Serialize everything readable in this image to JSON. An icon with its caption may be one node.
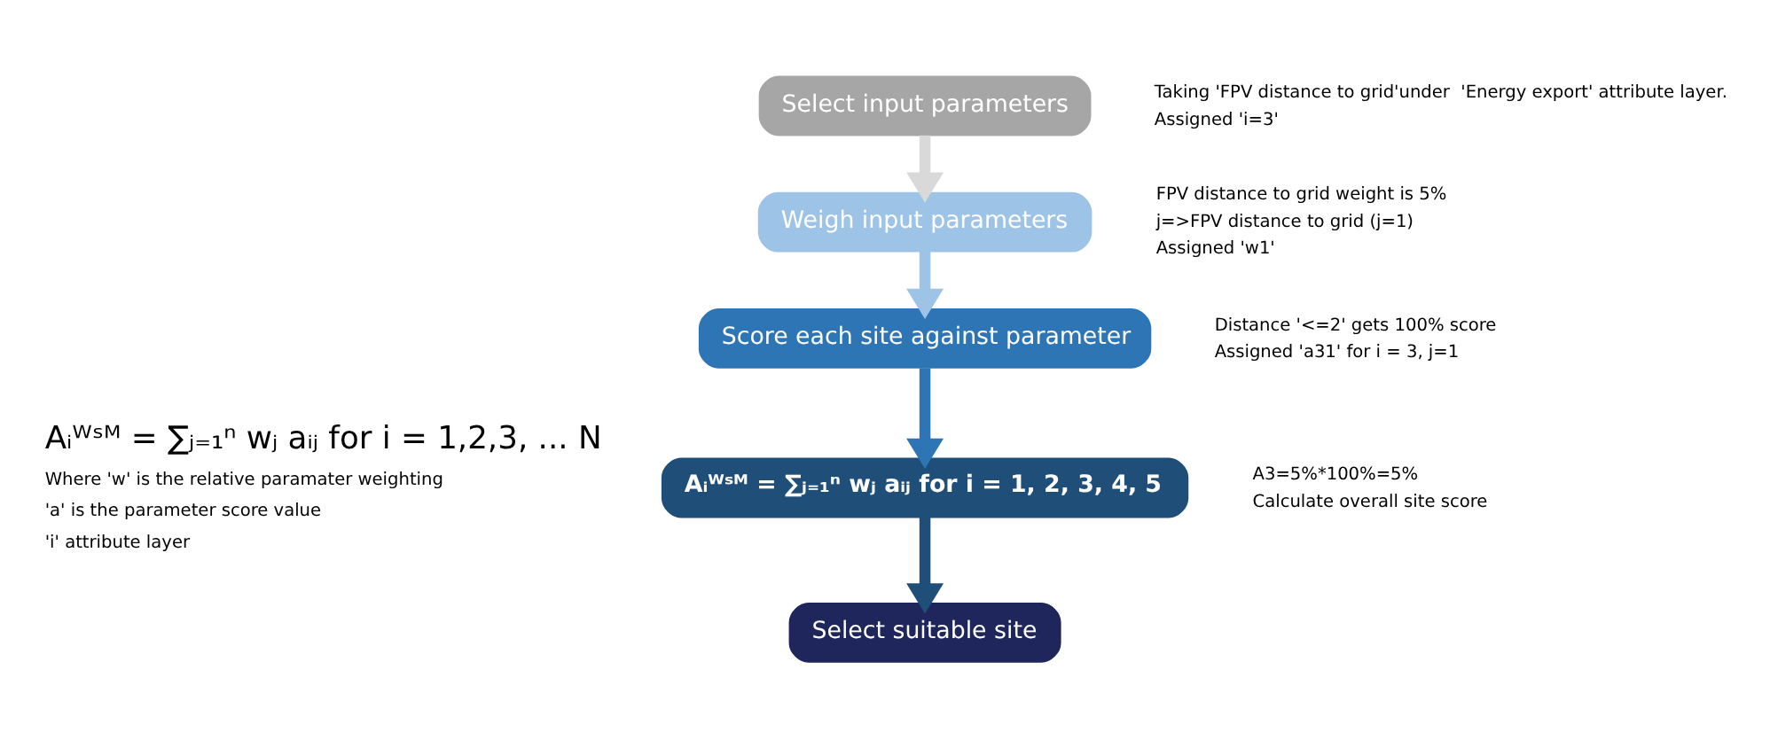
{
  "diagram": {
    "nodes": [
      {
        "text": [
          "Select input parameters"
        ],
        "beside": [
          "Taking 'FPV distance to grid'under  'Energy export' attribute layer.",
          "Assigned 'i=3'"
        ]
      },
      {
        "text": [
          "Weigh input parameters"
        ],
        "beside": [
          "FPV distance to grid weight is 5%",
          "j=>FPV distance to grid (j=1)",
          "Assigned 'w1'"
        ]
      },
      {
        "text": [
          "Score each site against parameter"
        ],
        "beside": [
          "Distance '<=2' gets 100% score",
          "Assigned 'a31' for i = 3, j=1"
        ]
      },
      {
        "text": [
          "Aᵢᵂˢᴹ = ∑ⱼ₌₁ⁿ wⱼ aᵢⱼ for i = 1, 2, 3, 4, 5"
        ],
        "beside": [
          "A3=5%*100%=5%",
          "Calculate overall site score"
        ]
      },
      {
        "text": [
          "Select suitable site"
        ]
      }
    ],
    "edges": [
      {
        "from": 0,
        "to": 1,
        "arrow": "to",
        "color": "#d9d9d9"
      },
      {
        "from": 1,
        "to": 2,
        "arrow": "to",
        "color": "#9dc3e6"
      },
      {
        "from": 2,
        "to": 3,
        "arrow": "to",
        "color": "#2e75b6"
      },
      {
        "from": 3,
        "to": 4,
        "arrow": "to",
        "color": "#1f4e79"
      }
    ],
    "labels": [
      "Aᵢᵂˢᴹ = ∑ⱼ₌₁ⁿ wⱼ aᵢⱼ for i = 1,2,3, ... N",
      "Where 'w' is the relative paramater weighting",
      "'a' is the parameter score value",
      "'i' attribute layer"
    ]
  }
}
